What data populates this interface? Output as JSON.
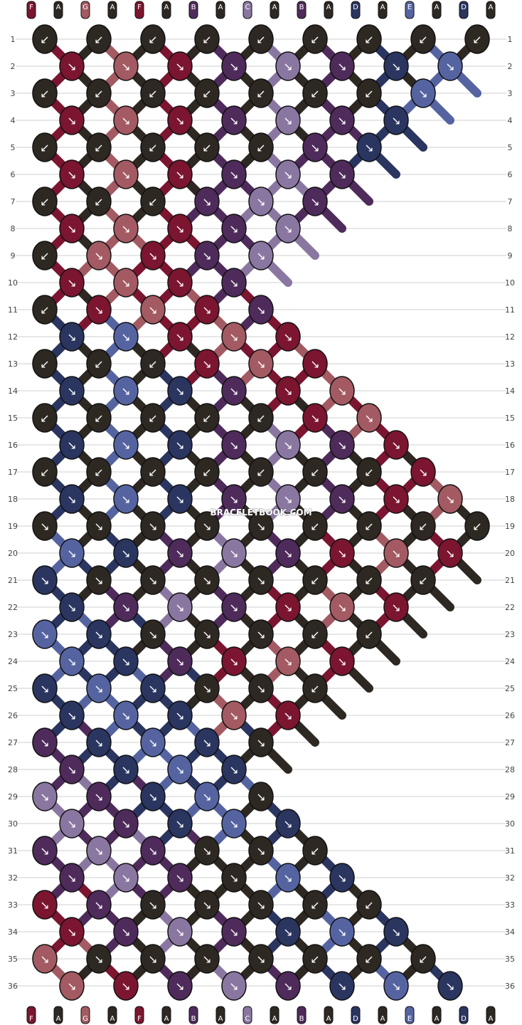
{
  "watermark": "BRACELETBOOK.COM",
  "colors": {
    "F": "#7b1530",
    "G": "#a35a62",
    "B": "#4e2b5b",
    "C": "#8a77a1",
    "D": "#2a3560",
    "E": "#5564a1",
    "A": "#2e2822"
  },
  "strands_top": [
    "F",
    "A",
    "G",
    "A",
    "F",
    "A",
    "B",
    "A",
    "C",
    "A",
    "B",
    "A",
    "D",
    "A",
    "E",
    "A",
    "D",
    "A"
  ],
  "strands_bottom": [
    "F",
    "A",
    "G",
    "A",
    "F",
    "A",
    "B",
    "A",
    "C",
    "A",
    "B",
    "A",
    "D",
    "A",
    "E",
    "A",
    "D",
    "A"
  ],
  "row_labels": [
    "1",
    "2",
    "3",
    "4",
    "5",
    "6",
    "7",
    "8",
    "9",
    "10",
    "11",
    "12",
    "13",
    "14",
    "15",
    "16",
    "17",
    "18",
    "19",
    "20",
    "21",
    "22",
    "23",
    "24",
    "25",
    "26",
    "27",
    "28",
    "29",
    "30",
    "31",
    "32",
    "33",
    "34",
    "35",
    "36"
  ],
  "knot_rows": [
    [
      "A",
      "A",
      "A",
      "A",
      "A",
      "A",
      "A",
      "A",
      "A"
    ],
    [
      "F",
      "G",
      "F",
      "B",
      "C",
      "B",
      "D",
      "E"
    ],
    [
      "A",
      "A",
      "A",
      "A",
      "A",
      "A",
      "A",
      "E"
    ],
    [
      "F",
      "G",
      "F",
      "B",
      "C",
      "B",
      "D"
    ],
    [
      "A",
      "A",
      "A",
      "A",
      "A",
      "B",
      "D"
    ],
    [
      "F",
      "G",
      "F",
      "B",
      "C",
      "B"
    ],
    [
      "A",
      "A",
      "A",
      "B",
      "C",
      "B"
    ],
    [
      "F",
      "G",
      "F",
      "B",
      "C"
    ],
    [
      "A",
      "G",
      "F",
      "B",
      "C"
    ],
    [
      "F",
      "G",
      "F",
      "B"
    ],
    [
      "A",
      "F",
      "G",
      "F",
      "B"
    ],
    [
      "D",
      "E",
      "F",
      "G",
      "F"
    ],
    [
      "A",
      "A",
      "A",
      "F",
      "G",
      "F"
    ],
    [
      "D",
      "E",
      "D",
      "B",
      "F",
      "G"
    ],
    [
      "A",
      "A",
      "A",
      "A",
      "A",
      "F",
      "G"
    ],
    [
      "D",
      "E",
      "D",
      "B",
      "C",
      "B",
      "F"
    ],
    [
      "A",
      "A",
      "A",
      "A",
      "A",
      "A",
      "A",
      "F"
    ],
    [
      "D",
      "E",
      "D",
      "B",
      "C",
      "B",
      "F",
      "G"
    ],
    [
      "A",
      "A",
      "A",
      "A",
      "A",
      "A",
      "A",
      "A",
      "A"
    ],
    [
      "E",
      "D",
      "B",
      "C",
      "B",
      "F",
      "G",
      "F"
    ],
    [
      "D",
      "A",
      "A",
      "A",
      "A",
      "A",
      "A",
      "A"
    ],
    [
      "D",
      "B",
      "C",
      "B",
      "F",
      "G",
      "F"
    ],
    [
      "E",
      "D",
      "A",
      "A",
      "A",
      "A",
      "A"
    ],
    [
      "E",
      "D",
      "B",
      "F",
      "G",
      "F"
    ],
    [
      "D",
      "E",
      "D",
      "A",
      "A",
      "A"
    ],
    [
      "D",
      "E",
      "D",
      "G",
      "F"
    ],
    [
      "B",
      "D",
      "E",
      "D",
      "A"
    ],
    [
      "B",
      "D",
      "E",
      "D"
    ],
    [
      "C",
      "B",
      "D",
      "E",
      "A"
    ],
    [
      "C",
      "B",
      "D",
      "E",
      "D"
    ],
    [
      "B",
      "C",
      "B",
      "A",
      "A",
      "A"
    ],
    [
      "B",
      "C",
      "B",
      "A",
      "E",
      "D"
    ],
    [
      "F",
      "B",
      "A",
      "A",
      "A",
      "A",
      "A"
    ],
    [
      "F",
      "B",
      "C",
      "B",
      "D",
      "E",
      "D"
    ],
    [
      "G",
      "A",
      "A",
      "A",
      "A",
      "A",
      "A",
      "A"
    ],
    [
      "G",
      "F",
      "B",
      "C",
      "B",
      "D",
      "E",
      "D"
    ]
  ],
  "knot_directions": {
    "arrow_dl": "↙",
    "arrow_dr": "↘"
  }
}
